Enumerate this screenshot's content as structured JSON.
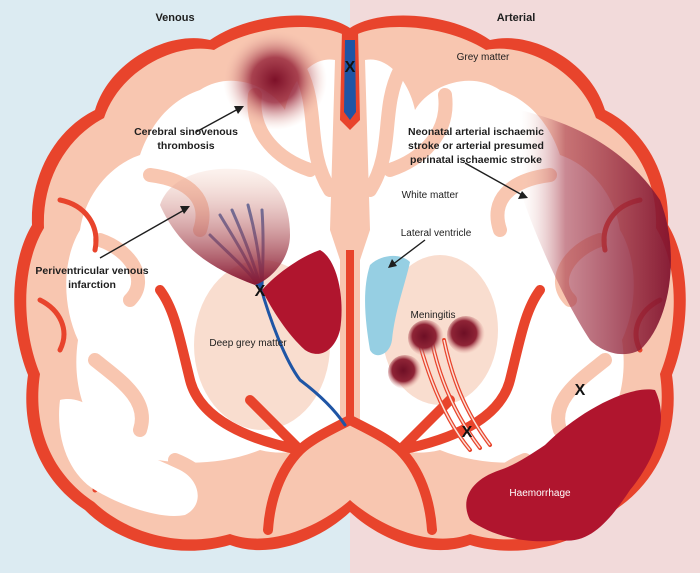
{
  "sides": {
    "left": "Venous",
    "right": "Arterial"
  },
  "labels": {
    "grey_matter": "Grey matter",
    "white_matter": "White matter",
    "lateral_ventricle": "Lateral ventricle",
    "meningitis": "Meningitis",
    "deep_grey_matter": "Deep grey matter",
    "haemorrhage": "Haemorrhage",
    "csvt_line1": "Cerebral sinovenous",
    "csvt_line2": "thrombosis",
    "pvi_line1": "Periventricular venous",
    "pvi_line2": "infarction",
    "nais_line1": "Neonatal arterial ischaemic",
    "nais_line2": "stroke or arterial presumed",
    "nais_line3": "perinatal ischaemic stroke"
  },
  "markers": {
    "occlusion": "X"
  },
  "colors": {
    "venous_background": "#dcebf2",
    "arterial_background": "#f2dada",
    "cortex": "#f8c6b0",
    "white_matter": "#ffffff",
    "artery": "#e63a23",
    "vein": "#1f55a5",
    "lesion": "#8c1a30",
    "haemorrhage": "#b0152e",
    "ventricle": "#96cfe3",
    "deep_grey": "#f9ddcf"
  }
}
